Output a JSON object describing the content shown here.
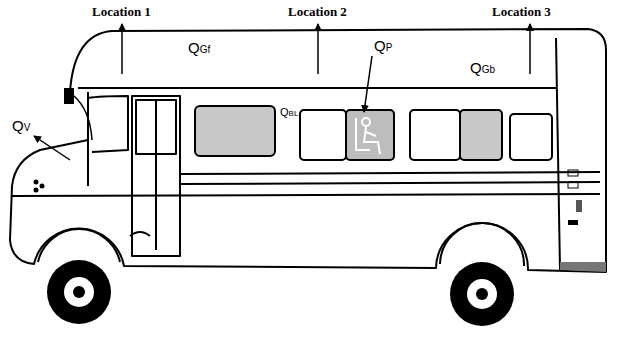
{
  "diagram": {
    "labels": [
      "Location 1",
      "Location 2",
      "Location 3",
      "QGf",
      "QP",
      "QGb",
      "QV",
      "QBL"
    ]
  }
}
